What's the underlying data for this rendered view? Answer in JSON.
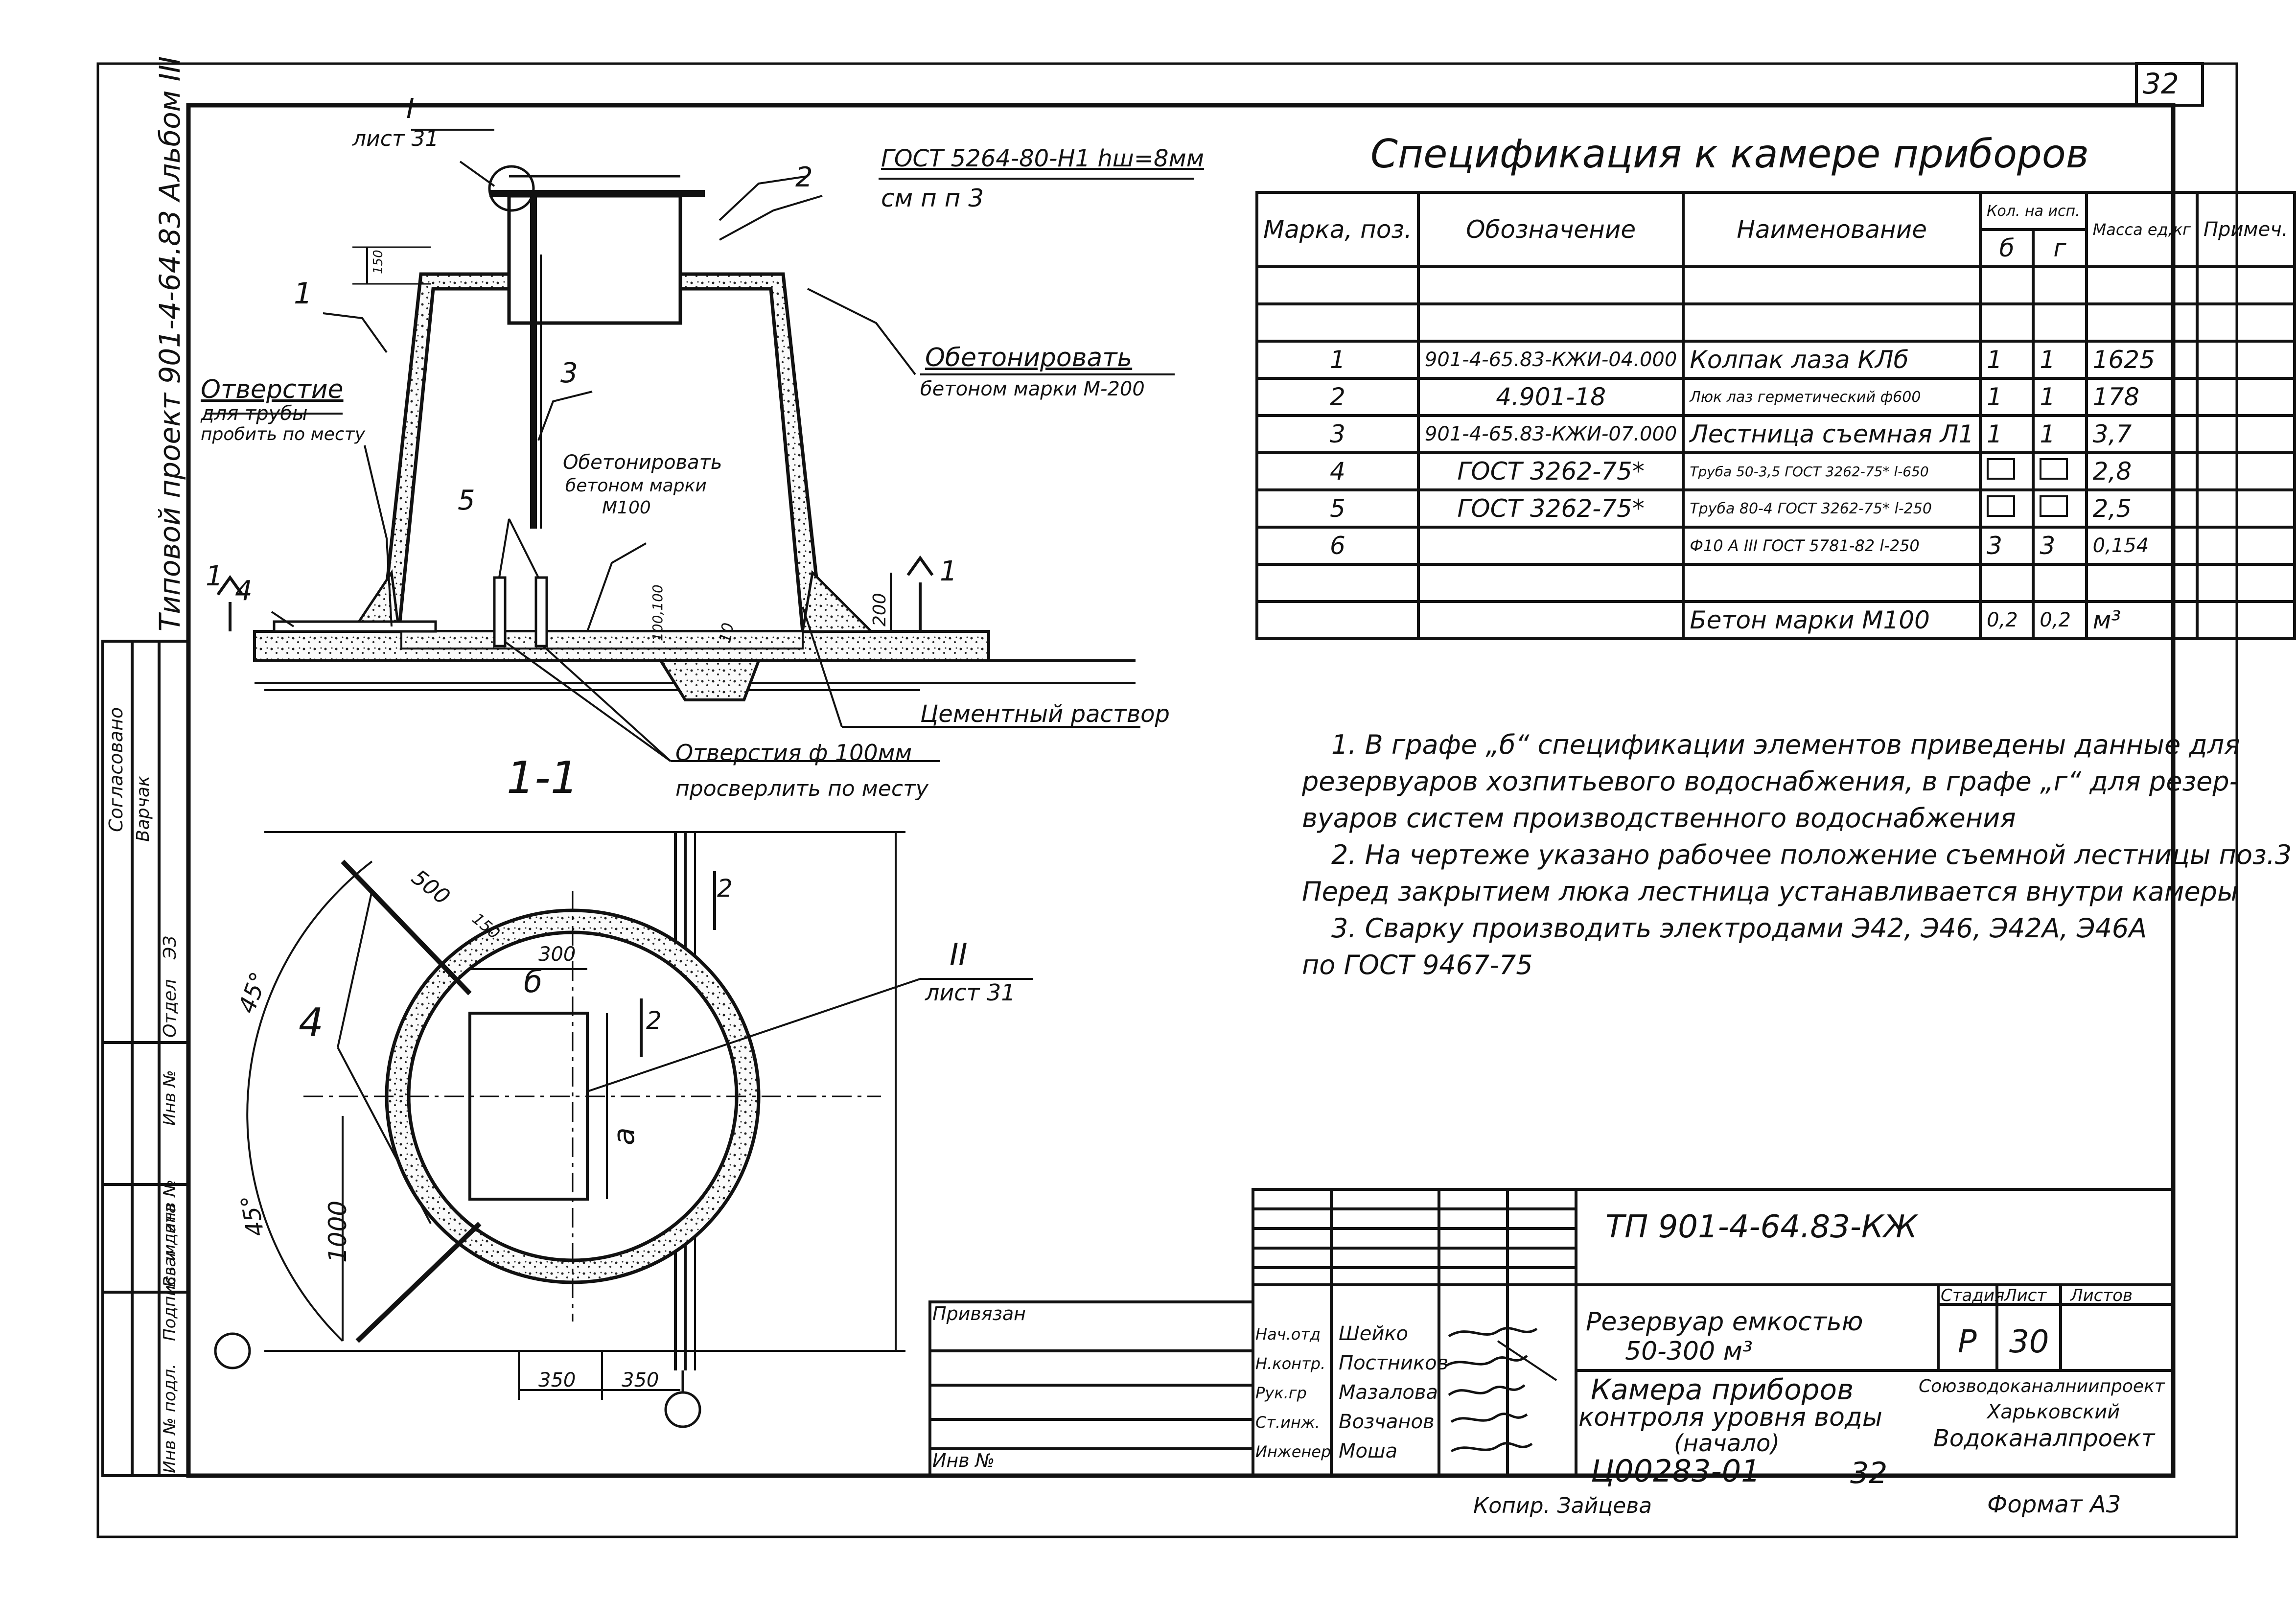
{
  "sheet_number": "32",
  "side_label": "Типовой проект 901-4-64.83 Альбом III",
  "left_stamp": [
    "Согласовано",
    "Отдел",
    "ЭЗ",
    "Варчак",
    "Инв №",
    "Взам. инв №",
    "Подпись и дата",
    "Инв № подл."
  ],
  "section_label": "1-1",
  "callouts": {
    "view1": "I",
    "view1_sheet": "лист 31",
    "view2": "II",
    "view2_sheet": "лист 31",
    "gost_hatch": "ГОСТ 5264-80-Н1 hш=8мм",
    "see_item": "см п п 3",
    "concrete_out": "Обетонировать",
    "concrete_out_grade": "бетоном марки М-200",
    "concrete_in": "Обетонировать",
    "concrete_in_grade": "бетоном марки",
    "concrete_in_grade2": "М100",
    "pipe_hole_1": "Отверстие",
    "pipe_hole_2": "для трубы",
    "pipe_hole_3": "пробить по месту",
    "cement": "Цементный раствор",
    "holes_1": "Отверстия ф 100мм",
    "holes_2": "просверлить по месту",
    "pos1": "1",
    "pos2": "2",
    "pos3": "3",
    "pos4": "4",
    "pos5": "5",
    "cut_mark": "1",
    "dim_150": "150",
    "dim_100_100": "100,100",
    "dim_10": "10",
    "dim_200": "200",
    "dim_500": "500",
    "dim_150b": "150",
    "dim_300": "300",
    "dim_b": "б",
    "dim_a": "а",
    "dim_1000": "1000",
    "dim_350a": "350",
    "dim_350b": "350",
    "angle_45a": "45°",
    "angle_45b": "45°",
    "sec_2": "2",
    "sec_2b": "2",
    "plan_pos4": "4"
  },
  "spec": {
    "title": "Спецификация к камере приборов",
    "headers": {
      "mark": "Марка, поз.",
      "designation": "Обозначение",
      "name": "Наименование",
      "qty": "Кол. на исп.",
      "qty_b": "б",
      "qty_g": "г",
      "mass": "Масса ед,кг",
      "note": "Примеч."
    },
    "rows": [
      {
        "mark": "1",
        "designation": "901-4-65.83-КЖИ-04.000",
        "name": "Колпак лаза КЛб",
        "b": "1",
        "g": "1",
        "mass": "1625"
      },
      {
        "mark": "2",
        "designation": "4.901-18",
        "name": "Люк лаз герметический ф600",
        "b": "1",
        "g": "1",
        "mass": "178"
      },
      {
        "mark": "3",
        "designation": "901-4-65.83-КЖИ-07.000",
        "name": "Лестница съемная Л1",
        "b": "1",
        "g": "1",
        "mass": "3,7"
      },
      {
        "mark": "4",
        "designation": "ГОСТ 3262-75*",
        "name": "Труба 50-3,5 ГОСТ 3262-75* l-650",
        "b": "",
        "g": "",
        "mass": "2,8"
      },
      {
        "mark": "5",
        "designation": "ГОСТ 3262-75*",
        "name": "Труба 80-4 ГОСТ 3262-75* l-250",
        "b": "",
        "g": "",
        "mass": "2,5"
      },
      {
        "mark": "6",
        "designation": "",
        "name": "Ф10 А III ГОСТ 5781-82 l-250",
        "b": "3",
        "g": "3",
        "mass": "0,154"
      }
    ],
    "total": {
      "name": "Бетон марки М100",
      "b": "0,2",
      "g": "0,2",
      "mass": "м³"
    }
  },
  "notes": [
    "1. В графе „б“ спецификации элементов приведены данные для",
    "резервуаров хозпитьевого водоснабжения, в графе „г“ для резер-",
    "вуаров систем производственного водоснабжения",
    "2. На чертеже указано рабочее положение съемной лестницы поз.3",
    "Перед закрытием люка лестница устанавливается внутри камеры",
    "3. Сварку производить электродами Э42, Э46, Э42А, Э46А",
    "по ГОСТ 9467-75"
  ],
  "title_block": {
    "code": "ТП 901-4-64.83-КЖ",
    "attached": "Привязан",
    "inv": "Инв №",
    "object_1": "Резервуар емкостью",
    "object_2": "50-300 м³",
    "stage_label": "Стадия",
    "sheet_label": "Лист",
    "sheets_label": "Листов",
    "stage": "Р",
    "sheet": "30",
    "drawing_1": "Камера приборов",
    "drawing_2": "контроля уровня воды",
    "drawing_3": "(начало)",
    "org_1": "Союзводоканалниипроект",
    "org_2": "Харьковский",
    "org_3": "Водоканалпроект",
    "people": [
      {
        "role": "Нач.отд",
        "name": "Шейко"
      },
      {
        "role": "Н.контр.",
        "name": "Постников"
      },
      {
        "role": "Рук.гр",
        "name": "Мазалова"
      },
      {
        "role": "Ст.инж.",
        "name": "Возчанов"
      },
      {
        "role": "Инженер",
        "name": "Моша"
      }
    ],
    "bottom_code": "Ц00283-01",
    "bottom_num": "32"
  },
  "footer": {
    "copied": "Копир. Зайцева",
    "format": "Формат А3"
  }
}
